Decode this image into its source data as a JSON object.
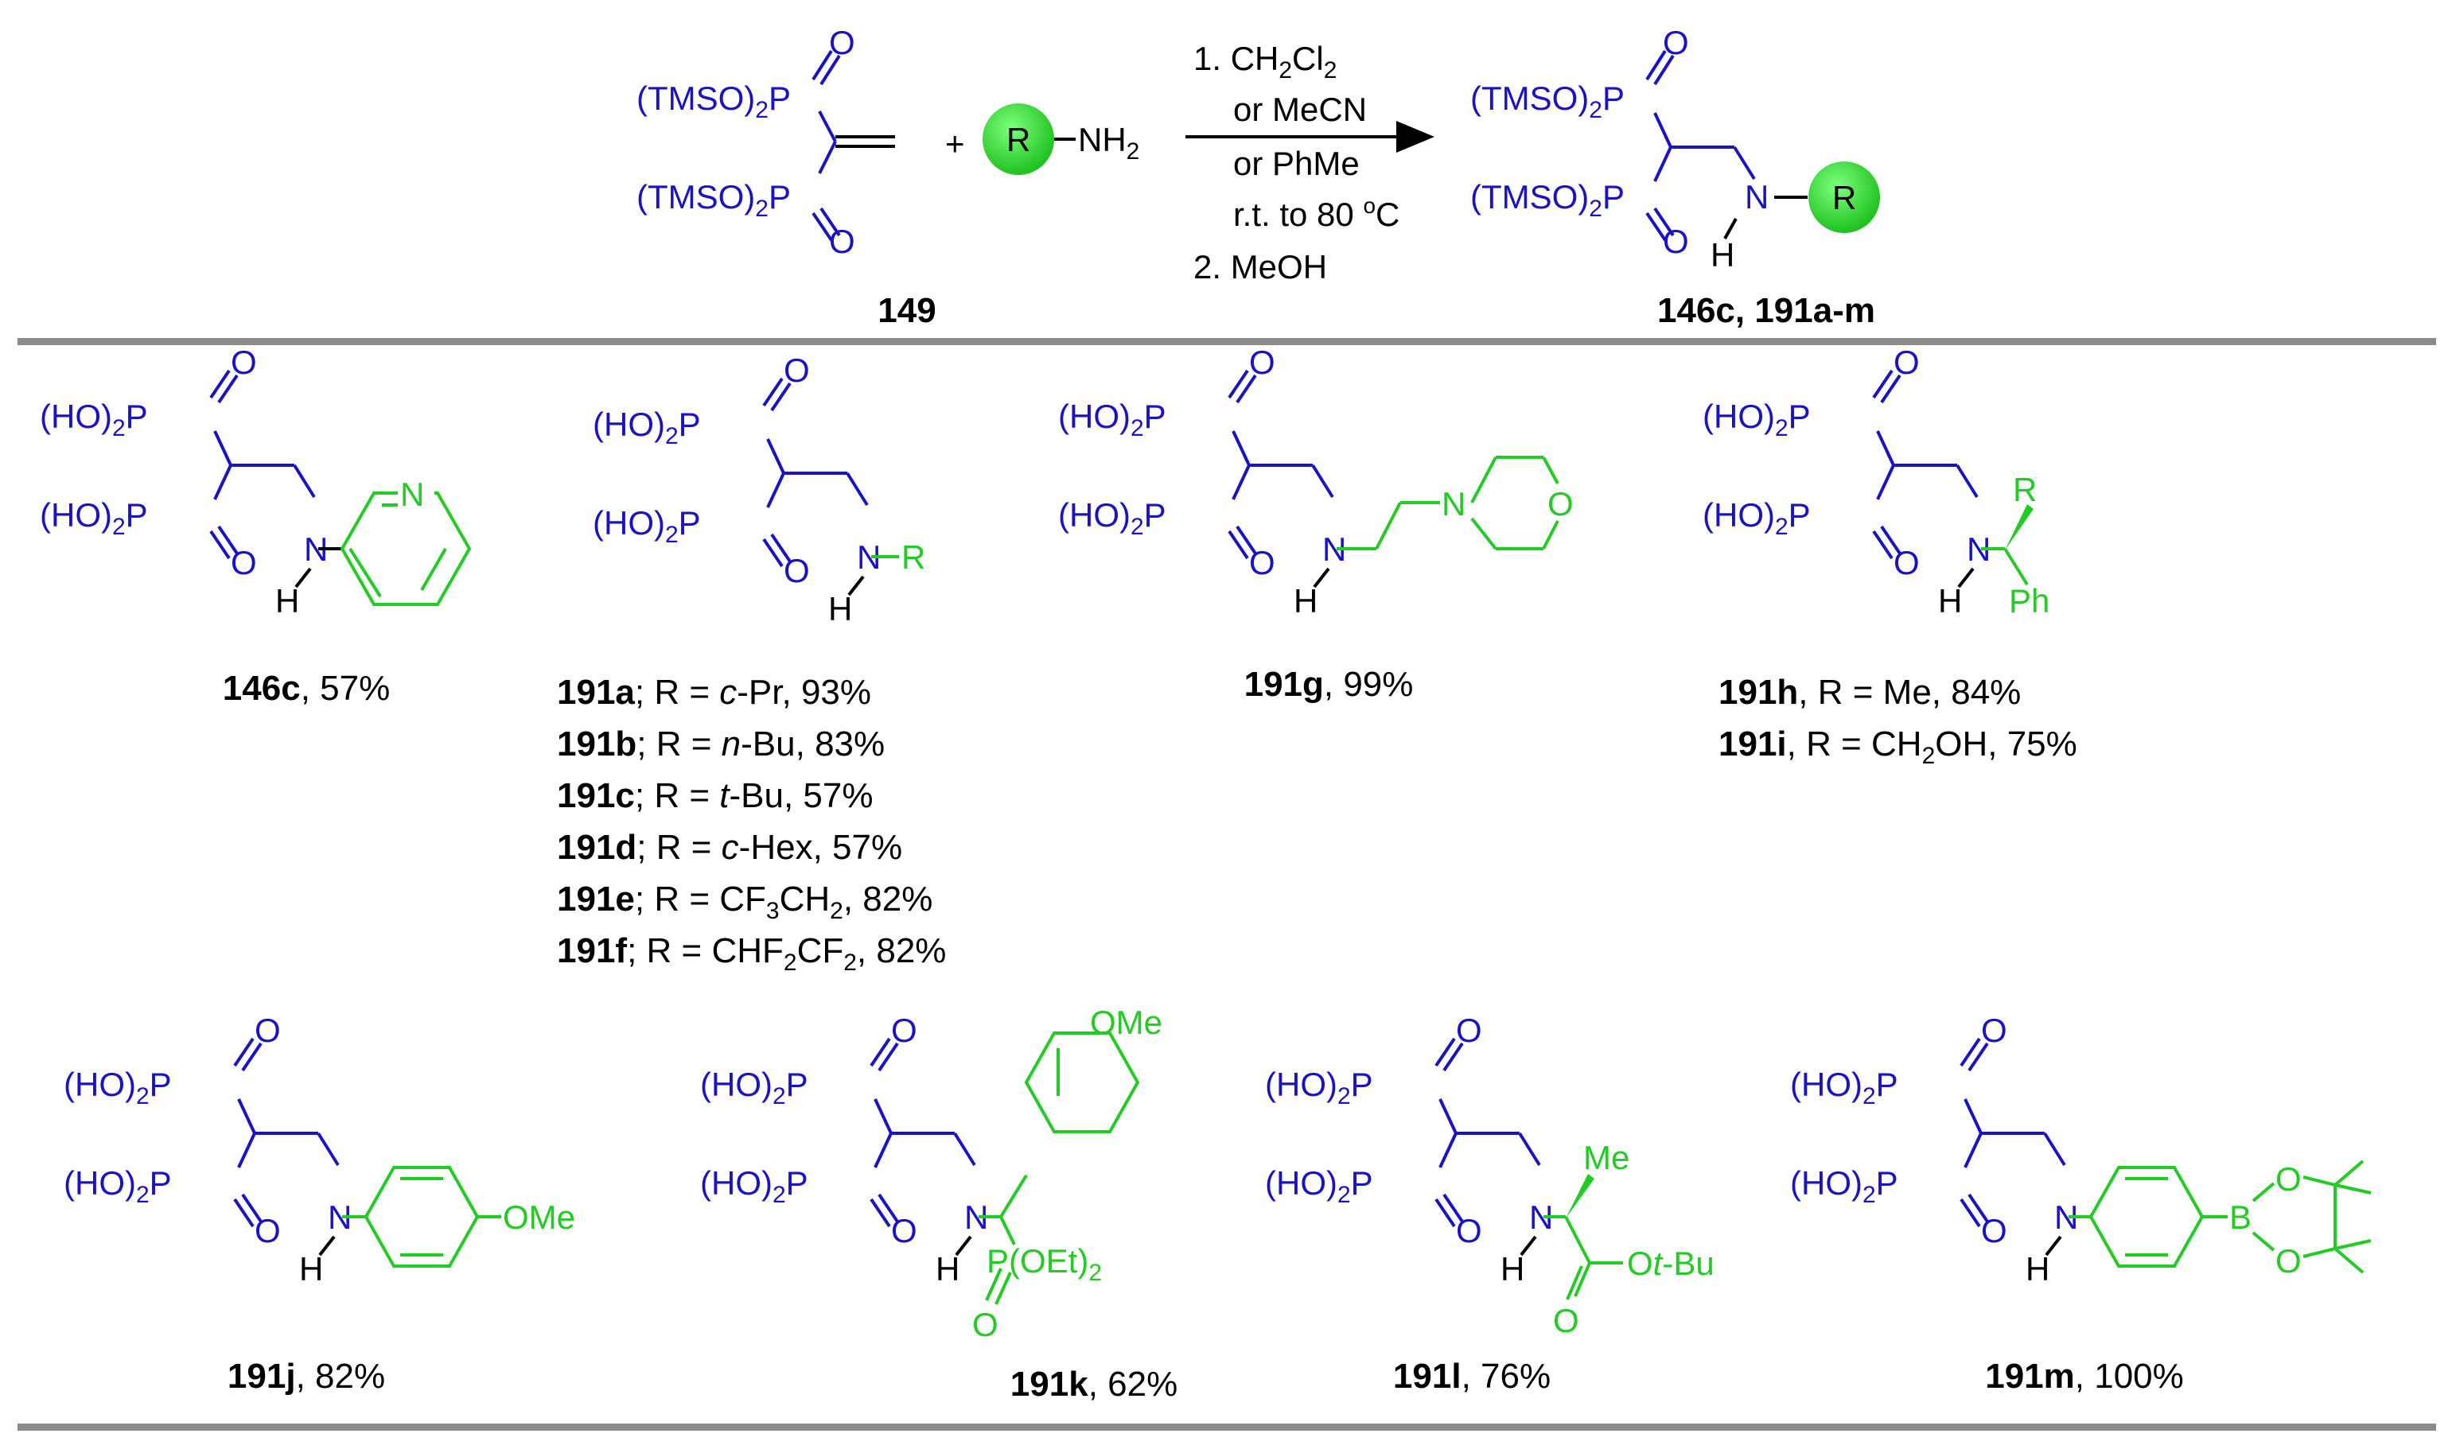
{
  "colors": {
    "phosphonate": "#1a12c8",
    "substituent": "#22cc22",
    "bond": "#000000",
    "separator": "#8c8c8c",
    "text": "#000000"
  },
  "scheme": {
    "reagent1_label": "149",
    "plus": "+",
    "amine_R": "R",
    "amine_NH": "NH",
    "amine_sub": "2",
    "conditions": {
      "step1_pre": "1. CH",
      "step1_sub1": "2",
      "step1_mid": "Cl",
      "step1_sub2": "2",
      "or1": "or MeCN",
      "or2": "or PhMe",
      "temp_pre": "r.t. to 80 ",
      "temp_sup": "o",
      "temp_post": "C",
      "step2": "2. MeOH"
    },
    "product_label": "146c, 191a-m",
    "tmso_group": "(TMSO)",
    "tmso_sub": "2",
    "ho_group": "(HO)",
    "ho_sub": "2",
    "P": "P",
    "O": "O",
    "N": "N",
    "H": "H",
    "R": "R"
  },
  "compounds": {
    "c146c": {
      "id": "146c",
      "rest": ", 57%"
    },
    "c191a_f": [
      {
        "id": "191a",
        "rest_pre": "; R = ",
        "r_italic": "c",
        "rest_post": "-Pr, 93%"
      },
      {
        "id": "191b",
        "rest_pre": "; R = ",
        "r_italic": "n",
        "rest_post": "-Bu, 83%"
      },
      {
        "id": "191c",
        "rest_pre": "; R = ",
        "r_italic": "t",
        "rest_post": "-Bu, 57%"
      },
      {
        "id": "191d",
        "rest_pre": "; R = ",
        "r_italic": "c",
        "rest_post": "-Hex, 57%"
      },
      {
        "id": "191e",
        "rest_pre": "; R = CF",
        "s1": "3",
        "mid": "CH",
        "s2": "2",
        "rest_post": ", 82%"
      },
      {
        "id": "191f",
        "rest_pre": "; R = CHF",
        "s1": "2",
        "mid": "CF",
        "s2": "2",
        "rest_post": ", 82%"
      }
    ],
    "c191g": {
      "id": "191g",
      "rest": ", 99%"
    },
    "c191h": {
      "id": "191h",
      "rest": ", R = Me, 84%"
    },
    "c191i": {
      "id": "191i",
      "rest_pre": ", R = CH",
      "sub": "2",
      "rest_post": "OH, 75%"
    },
    "c191j": {
      "id": "191j",
      "rest": ", 82%"
    },
    "c191k": {
      "id": "191k",
      "rest": ", 62%"
    },
    "c191l": {
      "id": "191l",
      "rest": ", 76%"
    },
    "c191m": {
      "id": "191m",
      "rest": ", 100%"
    },
    "atoms": {
      "pyridine_N": "N",
      "morph_N": "N",
      "morph_O": "O",
      "Ph": "Ph",
      "OMe": "OMe",
      "P_OEt": "P(OEt)",
      "P_OEt_sub": "2",
      "Me": "Me",
      "OtBu_O": "O",
      "OtBu_t": "t",
      "OtBu_rest": "-Bu",
      "B": "B"
    }
  }
}
